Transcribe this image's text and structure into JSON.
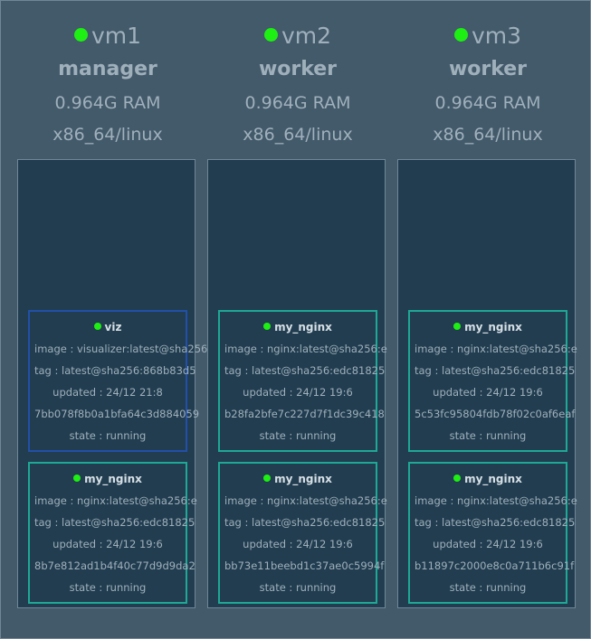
{
  "nodes": [
    {
      "name": "vm1",
      "role": "manager",
      "ram": "0.964G RAM",
      "arch": "x86_64/linux",
      "tasks": [
        {
          "name": "viz",
          "image": "image : visualizer:latest@sha256",
          "tag": "tag : latest@sha256:868b83d5",
          "updated": "updated : 24/12 21:8",
          "id": "7bb078f8b0a1bfa64c3d884059",
          "state": "state : running",
          "border": "blue"
        },
        {
          "name": "my_nginx",
          "image": "image : nginx:latest@sha256:e",
          "tag": "tag : latest@sha256:edc81825",
          "updated": "updated : 24/12 19:6",
          "id": "8b7e812ad1b4f40c77d9d9da2",
          "state": "state : running",
          "border": "teal"
        }
      ]
    },
    {
      "name": "vm2",
      "role": "worker",
      "ram": "0.964G RAM",
      "arch": "x86_64/linux",
      "tasks": [
        {
          "name": "my_nginx",
          "image": "image : nginx:latest@sha256:e",
          "tag": "tag : latest@sha256:edc81825",
          "updated": "updated : 24/12 19:6",
          "id": "b28fa2bfe7c227d7f1dc39c418",
          "state": "state : running",
          "border": "teal"
        },
        {
          "name": "my_nginx",
          "image": "image : nginx:latest@sha256:e",
          "tag": "tag : latest@sha256:edc81825",
          "updated": "updated : 24/12 19:6",
          "id": "bb73e11beebd1c37ae0c5994f",
          "state": "state : running",
          "border": "teal"
        }
      ]
    },
    {
      "name": "vm3",
      "role": "worker",
      "ram": "0.964G RAM",
      "arch": "x86_64/linux",
      "tasks": [
        {
          "name": "my_nginx",
          "image": "image : nginx:latest@sha256:e",
          "tag": "tag : latest@sha256:edc81825",
          "updated": "updated : 24/12 19:6",
          "id": "5c53fc95804fdb78f02c0af6eaf",
          "state": "state : running",
          "border": "teal"
        },
        {
          "name": "my_nginx",
          "image": "image : nginx:latest@sha256:e",
          "tag": "tag : latest@sha256:edc81825",
          "updated": "updated : 24/12 19:6",
          "id": "b11897c2000e8c0a711b6c91f",
          "state": "state : running",
          "border": "teal"
        }
      ]
    }
  ],
  "colors": {
    "status_green": "#1df012",
    "card_border_teal": "#1ea896",
    "card_border_blue": "#2250a8",
    "panel_bg": "#223d50",
    "page_bg": "#435a6b"
  },
  "icons": {
    "node_status": "status-dot-icon",
    "task_status": "status-dot-icon"
  }
}
